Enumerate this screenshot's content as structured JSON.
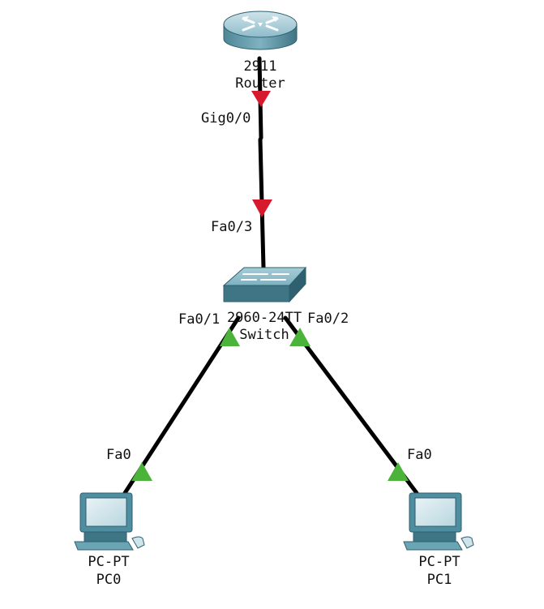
{
  "devices": {
    "router": {
      "model": "2911",
      "name": "Router",
      "icon": "router-icon"
    },
    "switch": {
      "model": "2960-24TT",
      "name": "Switch",
      "icon": "switch-icon"
    },
    "pc0": {
      "model": "PC-PT",
      "name": "PC0",
      "icon": "pc-icon"
    },
    "pc1": {
      "model": "PC-PT",
      "name": "PC1",
      "icon": "pc-icon"
    }
  },
  "links": [
    {
      "from_port": "Gig0/0",
      "to_port": "Fa0/3",
      "status": "down",
      "status_color": "#d6192c"
    },
    {
      "from_port": "Fa0/1",
      "to_port": "Fa0",
      "status": "up",
      "status_color": "#4cb33a"
    },
    {
      "from_port": "Fa0/2",
      "to_port": "Fa0",
      "status": "up",
      "status_color": "#4cb33a"
    }
  ],
  "colors": {
    "cable": "#000000",
    "device_teal": "#5e9fb0"
  }
}
